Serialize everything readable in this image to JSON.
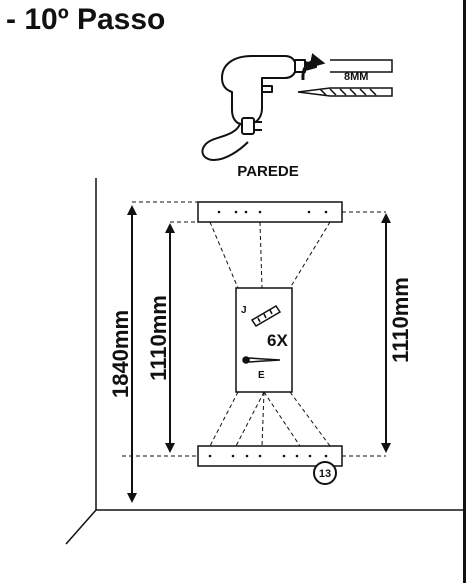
{
  "header": {
    "title": "- 10º Passo"
  },
  "drill": {
    "bit_size_label": "8MM"
  },
  "wall": {
    "label": "PAREDE"
  },
  "dimensions": {
    "total_height": "1840mm",
    "left_bracket_spacing": "1110mm",
    "right_bracket_spacing": "1110mm"
  },
  "hardware_box": {
    "anchor_code": "J",
    "quantity": "6X",
    "screw_code": "E"
  },
  "callout": {
    "part_number": "13"
  },
  "colors": {
    "line": "#111111",
    "background": "#ffffff"
  },
  "icons": [
    "drill-icon",
    "drill-bit-icon",
    "plug-icon",
    "wall-anchor-icon",
    "screw-icon",
    "part-number-badge-icon"
  ]
}
